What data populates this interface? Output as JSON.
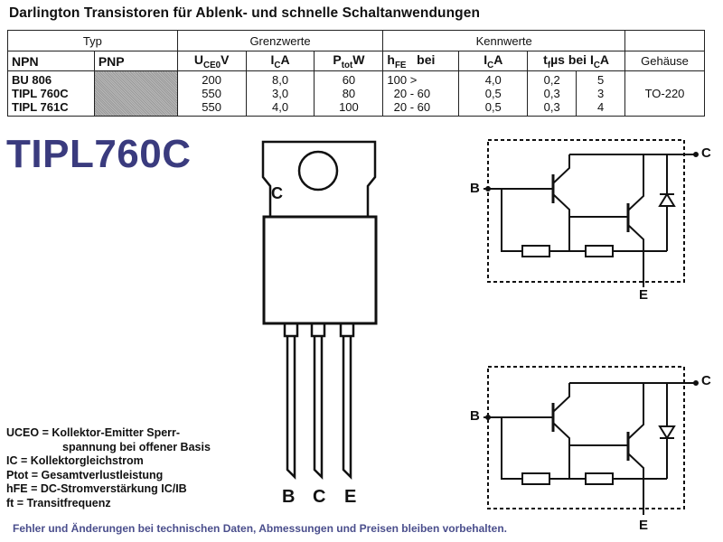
{
  "title": "Darlington Transistoren für Ablenk- und schnelle Schaltanwendungen",
  "table": {
    "group_typ": "Typ",
    "group_grenz": "Grenzwerte",
    "group_kenn": "Kennwerte",
    "col_npn": "NPN",
    "col_pnp": "PNP",
    "col_uceo": "U",
    "col_uceo_sub": "CE0",
    "col_uceo_unit": "V",
    "col_ic": "I",
    "col_ic_sub": "C",
    "col_ic_unit": "A",
    "col_ptot": "P",
    "col_ptot_sub": "tot",
    "col_ptot_unit": "W",
    "col_hfe": "h",
    "col_hfe_sub": "FE",
    "col_hfe_bei": "bei",
    "col_hfe_ic": "I",
    "col_hfe_ic_sub": "C",
    "col_hfe_ic_unit": "A",
    "col_tf": "t",
    "col_tf_sub": "f",
    "col_tf_unit": "µs bei I",
    "col_tf_ic_sub": "C",
    "col_tf_ic_unit": "A",
    "col_pkg": "Gehäuse",
    "npn": [
      "BU 806",
      "TIPL 760C",
      "TIPL 761C"
    ],
    "uceo": [
      "200",
      "550",
      "550"
    ],
    "ic": [
      "8,0",
      "3,0",
      "4,0"
    ],
    "ptot": [
      "60",
      "80",
      "100"
    ],
    "hfe": [
      "100 >",
      "20 - 60",
      "20 - 60"
    ],
    "hfe_ic": [
      "4,0",
      "0,5",
      "0,5"
    ],
    "tf": [
      "0,2",
      "0,3",
      "0,3"
    ],
    "tf_ic": [
      "5",
      "3",
      "4"
    ],
    "package": "TO-220"
  },
  "part_number": "TIPL760C",
  "package_labels": {
    "tab": "C",
    "pin_b": "B",
    "pin_c": "C",
    "pin_e": "E"
  },
  "schematic_labels": {
    "base": "B",
    "collector": "C",
    "emitter": "E"
  },
  "legend": [
    "UCEO = Kollektor-Emitter Sperr-",
    "spannung bei offener Basis",
    "IC = Kollektorgleichstrom",
    "Ptot = Gesamtverlustleistung",
    "hFE = DC-Stromverstärkung IC/IB",
    "ft = Transitfrequenz"
  ],
  "footer": "Fehler und Änderungen bei technischen Daten, Abmessungen und Preisen bleiben vorbehalten.",
  "colors": {
    "part_number": "#3a3b7e",
    "footer": "#4a4e8c",
    "ink": "#111111"
  }
}
